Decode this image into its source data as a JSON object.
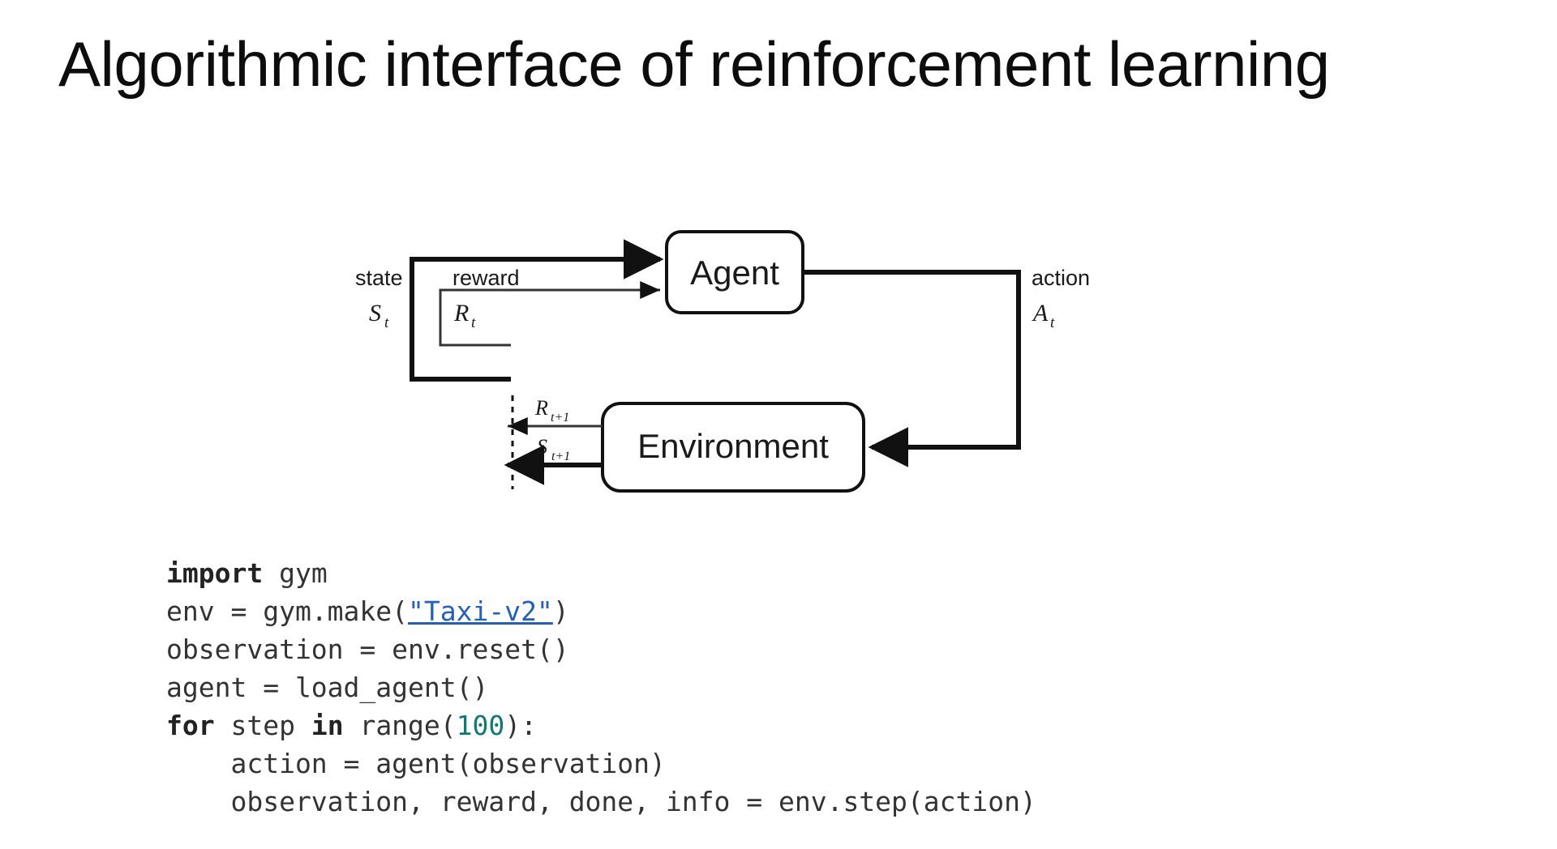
{
  "slide": {
    "title": "Algorithmic interface of reinforcement learning",
    "background_color": "#ffffff",
    "text_color": "#0d0d0d"
  },
  "diagram": {
    "name": "agent-environment-interaction-loop",
    "nodes": [
      {
        "id": "agent",
        "label": "Agent"
      },
      {
        "id": "environment",
        "label": "Environment"
      }
    ],
    "edge_labels": {
      "state_word": "state",
      "state_symbol": "S",
      "state_symbol_sub": "t",
      "reward_word": "reward",
      "reward_symbol": "R",
      "reward_symbol_sub": "t",
      "action_word": "action",
      "action_symbol": "A",
      "action_symbol_sub": "t",
      "reward_next_symbol": "R",
      "reward_next_sub": "t+1",
      "state_next_symbol": "S",
      "state_next_sub": "t+1"
    },
    "stroke_color": "#111111"
  },
  "code": {
    "language": "python",
    "accent_colors": {
      "keyword": "#222222",
      "number": "#0c7a72",
      "link": "#1f5fc7",
      "default": "#333333"
    },
    "lines": [
      {
        "tokens": [
          {
            "t": "import",
            "k": "kw"
          },
          {
            "t": " gym",
            "k": ""
          }
        ]
      },
      {
        "tokens": [
          {
            "t": "env = gym.make(",
            "k": ""
          },
          {
            "t": "\"Taxi-v2\"",
            "k": "str-link"
          },
          {
            "t": ")",
            "k": ""
          }
        ]
      },
      {
        "tokens": [
          {
            "t": "observation = env.reset()",
            "k": ""
          }
        ]
      },
      {
        "tokens": [
          {
            "t": "agent = load_agent()",
            "k": ""
          }
        ]
      },
      {
        "tokens": [
          {
            "t": "for",
            "k": "kw"
          },
          {
            "t": " step ",
            "k": ""
          },
          {
            "t": "in",
            "k": "kw"
          },
          {
            "t": " range(",
            "k": ""
          },
          {
            "t": "100",
            "k": "num"
          },
          {
            "t": "):",
            "k": ""
          }
        ]
      },
      {
        "tokens": [
          {
            "t": "    action = agent(observation)",
            "k": ""
          }
        ]
      },
      {
        "tokens": [
          {
            "t": "    observation, reward, done, info = env.step(action)",
            "k": ""
          }
        ]
      }
    ]
  }
}
